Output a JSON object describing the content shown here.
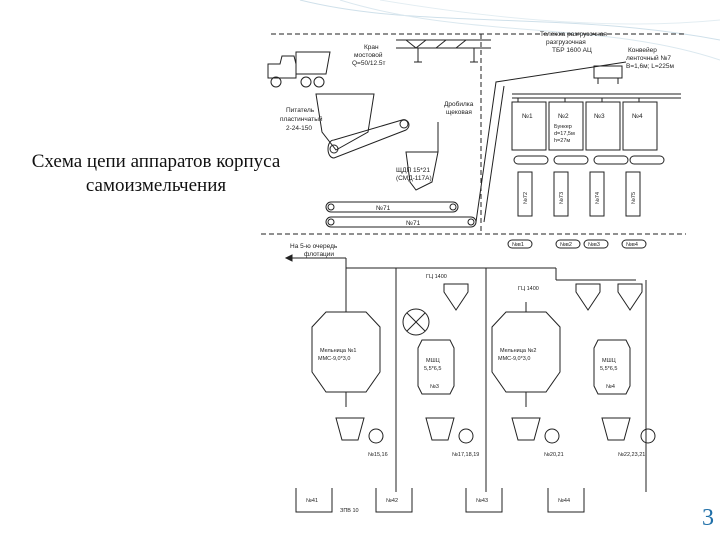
{
  "slide": {
    "title_line1": "Схема цепи аппаратов корпуса",
    "title_line2": "самоизмельчения",
    "page_number": "3"
  },
  "diagram": {
    "crane": [
      "Кран",
      "мостовой",
      "Q=50/12.5т"
    ],
    "trolley": [
      "Тележка разгрузочная",
      "разгрузочная",
      "ТБР 1600 АЦ"
    ],
    "conveyor7": [
      "Конвейер",
      "ленточный №7",
      "B=1,6м; L=225м"
    ],
    "feeder": [
      "Питатель",
      "пластинчатый",
      "2-24-150"
    ],
    "crusher_label": [
      "Дробилка",
      "щековая"
    ],
    "crusher": [
      "ЩДП 15*21",
      "(СМД-117А)"
    ],
    "conveyor71_top": "№71",
    "conveyor71_bottom": "№71",
    "bunker_label": [
      "Бункер",
      "d=17,5м",
      "h=27м"
    ],
    "bunkers": [
      "№1",
      "№2",
      "№3",
      "№4"
    ],
    "vertical_conveyors": [
      "№72",
      "№73",
      "№74",
      "№75"
    ],
    "small_conveyors": [
      "№в1",
      "№в2",
      "№в3",
      "№в4"
    ],
    "flotation": [
      "На 5-ю очередь",
      "флотации"
    ],
    "hydrocyclone_left": "ГЦ 1400",
    "hydrocyclone_right": "ГЦ 1400",
    "mill1": [
      "Мельница №1",
      "ММС-9,0*3,0"
    ],
    "mill2": [
      "Мельница №2",
      "ММС-9,0*3,0"
    ],
    "ball_mill_left": [
      "МШЦ",
      "5,5*6,5"
    ],
    "ball_mill_right": [
      "МШЦ",
      "5,5*6,5"
    ],
    "ball_mill_left_no": "№3",
    "ball_mill_right_no": "№4",
    "pumps": [
      "№15,16",
      "№17,18,19",
      "№20,21",
      "№22,23,21"
    ],
    "sumps": [
      "№41",
      "№42",
      "№43",
      "№44"
    ],
    "sump_note": "ЗПВ 10"
  }
}
